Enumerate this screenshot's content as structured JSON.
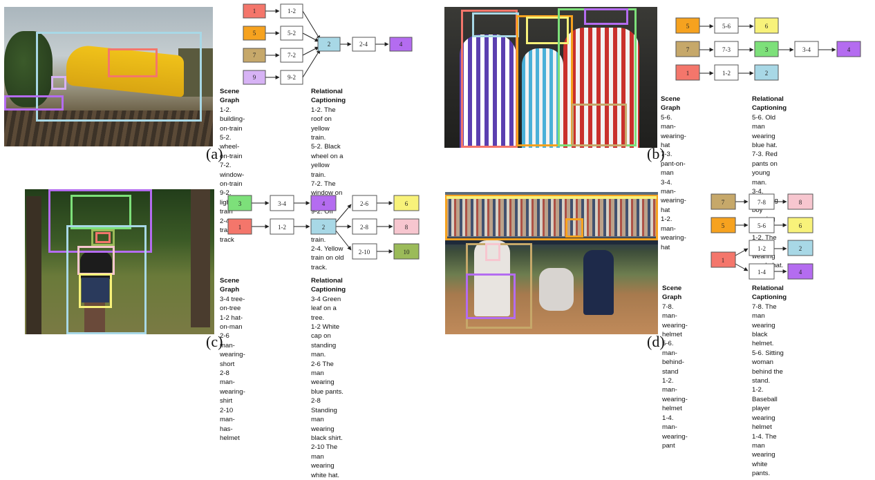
{
  "panels": [
    {
      "label": "(a)",
      "scene_graph_title": "Scene Graph",
      "scene_graph": [
        "1-2. building-on-train",
        "5-2. wheel-on-train",
        "7-2. window-on-train",
        "9-2. light-on-train",
        "2-4. train-on-track"
      ],
      "captioning_title": "Relational Captioning",
      "captions": [
        "1-2. The roof on yellow train.",
        "5-2. Black wheel on a yellow train.",
        "7-2. The window on a train.",
        "9-2. Off light on yellow train.",
        "2-4. Yellow train on old track."
      ],
      "nodes": [
        {
          "id": "1",
          "label": "1",
          "color": "#f4766b"
        },
        {
          "id": "r12",
          "label": "1-2",
          "color": "#ffffff"
        },
        {
          "id": "5",
          "label": "5",
          "color": "#f6a21f"
        },
        {
          "id": "r52",
          "label": "5-2",
          "color": "#ffffff"
        },
        {
          "id": "7",
          "label": "7",
          "color": "#c6a86a"
        },
        {
          "id": "r72",
          "label": "7-2",
          "color": "#ffffff"
        },
        {
          "id": "9",
          "label": "9",
          "color": "#d7b3f5"
        },
        {
          "id": "r92",
          "label": "9-2",
          "color": "#ffffff"
        },
        {
          "id": "2",
          "label": "2",
          "color": "#a8d8e6"
        },
        {
          "id": "r24",
          "label": "2-4",
          "color": "#ffffff"
        },
        {
          "id": "4",
          "label": "4",
          "color": "#b46cf0"
        }
      ]
    },
    {
      "label": "(b)",
      "scene_graph_title": "Scene Graph",
      "scene_graph": [
        "5-6. man-wearing-hat",
        "7-3. pant-on-man",
        "3-4. man-wearing-hat",
        "1-2. man-wearing-hat"
      ],
      "captioning_title": "Relational Captioning",
      "captions": [
        "5-6. Old man wearing blue hat.",
        "7-3. Red pants on young man.",
        "3-4. Standing boy wearing red hat.",
        "1-2. The man wearing purple hat."
      ],
      "nodes": [
        {
          "id": "5",
          "label": "5",
          "color": "#f6a21f"
        },
        {
          "id": "r56",
          "label": "5-6",
          "color": "#ffffff"
        },
        {
          "id": "6",
          "label": "6",
          "color": "#f8f27a"
        },
        {
          "id": "7",
          "label": "7",
          "color": "#c6a86a"
        },
        {
          "id": "r73",
          "label": "7-3",
          "color": "#ffffff"
        },
        {
          "id": "3",
          "label": "3",
          "color": "#7de07a"
        },
        {
          "id": "r34",
          "label": "3-4",
          "color": "#ffffff"
        },
        {
          "id": "4",
          "label": "4",
          "color": "#b46cf0"
        },
        {
          "id": "1",
          "label": "1",
          "color": "#f4766b"
        },
        {
          "id": "r12",
          "label": "1-2",
          "color": "#ffffff"
        },
        {
          "id": "2",
          "label": "2",
          "color": "#a8d8e6"
        }
      ]
    },
    {
      "label": "(c)",
      "scene_graph_title": "Scene Graph",
      "scene_graph": [
        "3-4 tree-on-tree",
        "1-2 hat-on-man",
        "2-6 man-wearing-short",
        "2-8 man- wearing-shirt",
        "2-10 man-has-helmet"
      ],
      "captioning_title": "Relational Captioning",
      "captions": [
        "3-4 Green leaf on a tree.",
        "1-2 White cap on standing man.",
        "2-6 The man wearing blue pants.",
        "2-8 Standing man wearing black shirt.",
        "2-10 The man wearing white hat."
      ],
      "nodes": [
        {
          "id": "3",
          "label": "3",
          "color": "#7de07a"
        },
        {
          "id": "r34",
          "label": "3-4",
          "color": "#ffffff"
        },
        {
          "id": "4",
          "label": "4",
          "color": "#b46cf0"
        },
        {
          "id": "1",
          "label": "1",
          "color": "#f4766b"
        },
        {
          "id": "r12",
          "label": "1-2",
          "color": "#ffffff"
        },
        {
          "id": "2",
          "label": "2",
          "color": "#a8d8e6"
        },
        {
          "id": "r26",
          "label": "2-6",
          "color": "#ffffff"
        },
        {
          "id": "6",
          "label": "6",
          "color": "#f8f27a"
        },
        {
          "id": "r28",
          "label": "2-8",
          "color": "#ffffff"
        },
        {
          "id": "8",
          "label": "8",
          "color": "#f7c6cf"
        },
        {
          "id": "r210",
          "label": "2-10",
          "color": "#ffffff"
        },
        {
          "id": "10",
          "label": "10",
          "color": "#9bbb59"
        }
      ]
    },
    {
      "label": "(d)",
      "scene_graph_title": "Scene Graph",
      "scene_graph": [
        "7-8. man-wearing-helmet",
        "5-6. man-behind-stand",
        "1-2. man-wearing-helmet",
        "1-4. man-wearing-pant"
      ],
      "captioning_title": "Relational Captioning",
      "captions": [
        "7-8. The man wearing black helmet.",
        "5-6. Sitting woman behind the stand.",
        "1-2. Baseball player wearing helmet",
        "1-4. The man wearing white pants."
      ],
      "nodes": [
        {
          "id": "7",
          "label": "7",
          "color": "#c6a86a"
        },
        {
          "id": "r78",
          "label": "7-8",
          "color": "#ffffff"
        },
        {
          "id": "8",
          "label": "8",
          "color": "#f7c6cf"
        },
        {
          "id": "5",
          "label": "5",
          "color": "#f6a21f"
        },
        {
          "id": "r56",
          "label": "5-6",
          "color": "#ffffff"
        },
        {
          "id": "6",
          "label": "6",
          "color": "#f8f27a"
        },
        {
          "id": "1",
          "label": "1",
          "color": "#f4766b"
        },
        {
          "id": "r12",
          "label": "1-2",
          "color": "#ffffff"
        },
        {
          "id": "2",
          "label": "2",
          "color": "#a8d8e6"
        },
        {
          "id": "r14",
          "label": "1-4",
          "color": "#ffffff"
        },
        {
          "id": "4",
          "label": "4",
          "color": "#b46cf0"
        }
      ]
    }
  ]
}
